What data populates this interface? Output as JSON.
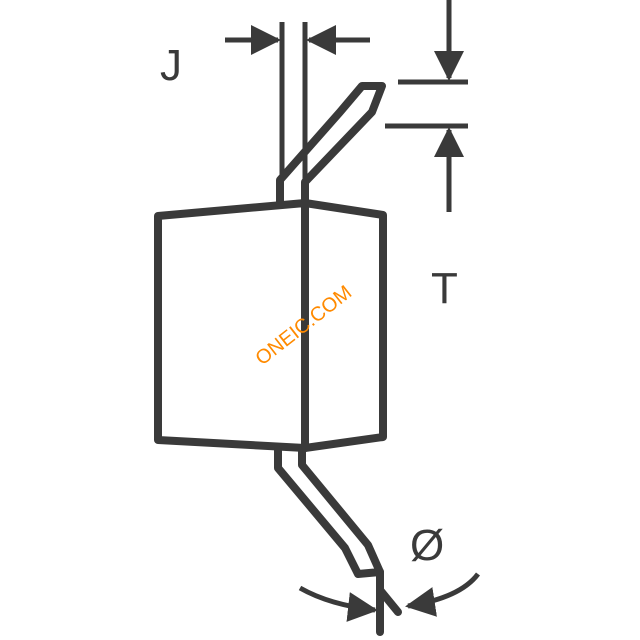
{
  "labels": {
    "j": "J",
    "t": "T",
    "angle": "Ø"
  },
  "watermark": "ONEIC.COM",
  "colors": {
    "stroke": "#3a3a3a",
    "body_fill": "#ffffff",
    "watermark": "#ff8a00",
    "background": "#ffffff"
  }
}
